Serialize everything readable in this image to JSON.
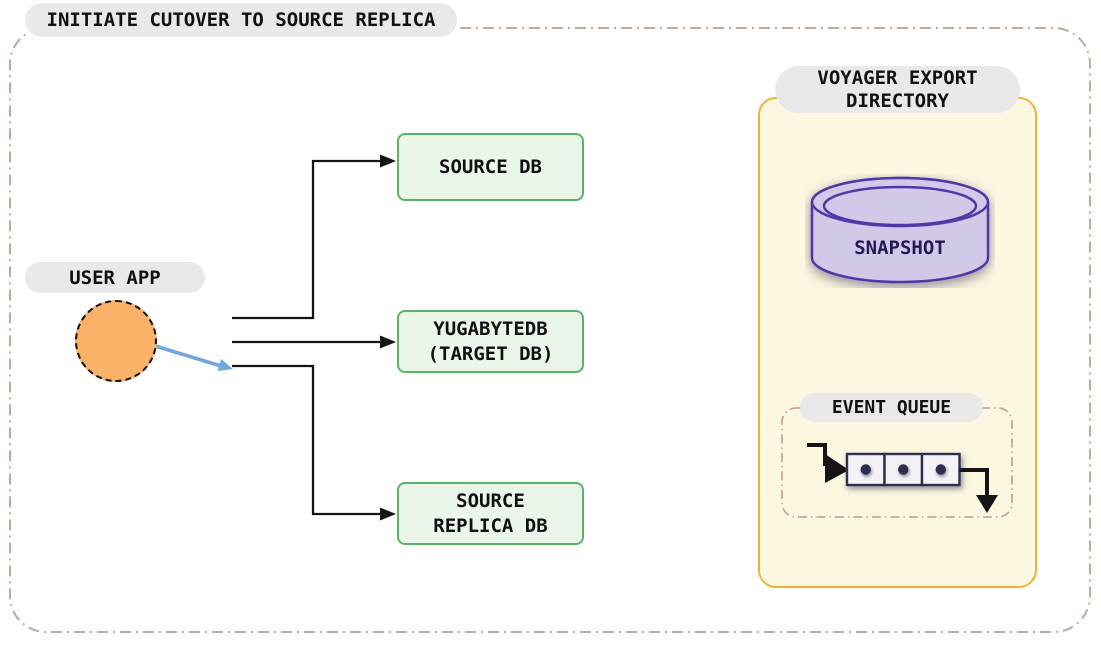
{
  "title": "INITIATE CUTOVER TO SOURCE REPLICA",
  "user_app": {
    "label": "USER APP"
  },
  "databases": [
    {
      "id": "source-db",
      "line1": "SOURCE DB"
    },
    {
      "id": "target-db",
      "line1": "YUGABYTEDB",
      "line2": "(TARGET DB)"
    },
    {
      "id": "source-replica-db",
      "line1": "SOURCE",
      "line2": "REPLICA DB"
    }
  ],
  "voyager": {
    "title_line1": "VOYAGER EXPORT",
    "title_line2": "DIRECTORY",
    "snapshot_label": "SNAPSHOT",
    "event_queue_label": "EVENT QUEUE"
  },
  "colors": {
    "pill_bg": "#E9E9E9",
    "outer_dashed_border": "#C6A89B",
    "connector_black": "#151515",
    "cutover_arrow_blue": "#6FA8DC",
    "user_app_fill": "#F9B267",
    "db_box_fill": "#EBF6EB",
    "db_box_border": "#5BB365",
    "voyager_fill": "#FCF7E1",
    "voyager_border": "#F0B232",
    "snapshot_fill": "#D2C8E8",
    "snapshot_border": "#5138A6",
    "snapshot_text": "#221A55",
    "queue_slot_fill": "#F4F2F7",
    "queue_slot_border": "#302E4E",
    "event_queue_dashed_border": "#CBA49E"
  }
}
